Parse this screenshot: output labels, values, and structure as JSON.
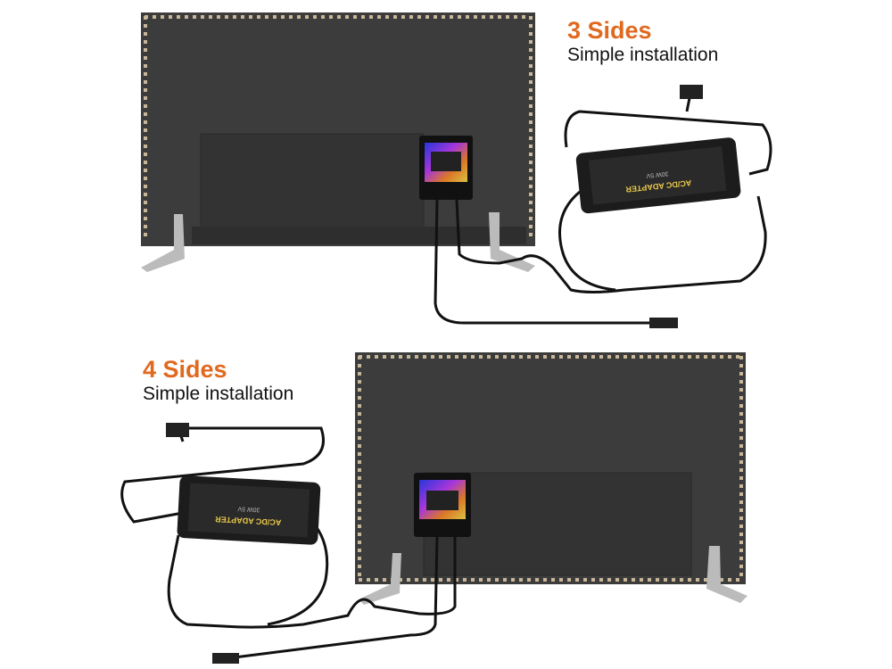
{
  "captions": {
    "three_sides": {
      "title": "3 Sides",
      "subtitle": "Simple installation"
    },
    "four_sides": {
      "title": "4 Sides",
      "subtitle": "Simple installation"
    }
  },
  "adapter": {
    "label": "AC/DC ADAPTER",
    "rating": "30W 5V"
  },
  "colors": {
    "accent": "#e0691f",
    "tv": "#3a3a3a",
    "led": "#c9b79a",
    "cable": "#111111"
  }
}
